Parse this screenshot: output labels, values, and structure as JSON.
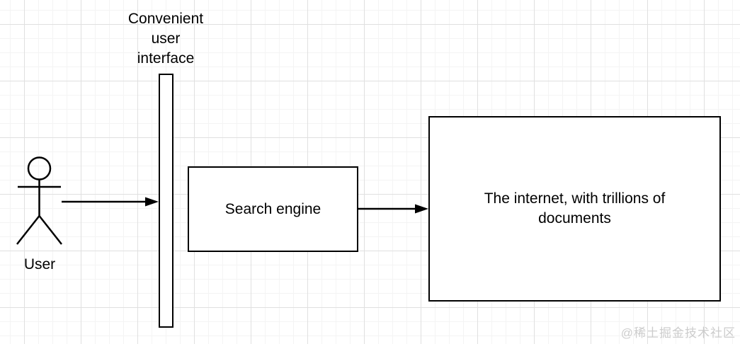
{
  "diagram": {
    "actor": {
      "label": "User"
    },
    "interface": {
      "label": "Convenient user interface"
    },
    "search_engine": {
      "label": "Search engine"
    },
    "internet": {
      "label": "The internet, with trillions of documents"
    },
    "watermark": "@稀土掘金技术社区",
    "colors": {
      "stroke": "#000000",
      "shape_fill": "#ffffff",
      "grid_minor": "#f4f4f4",
      "grid_major": "#e0e0e0",
      "watermark": "#cccccc",
      "canvas": "#ffffff"
    }
  }
}
